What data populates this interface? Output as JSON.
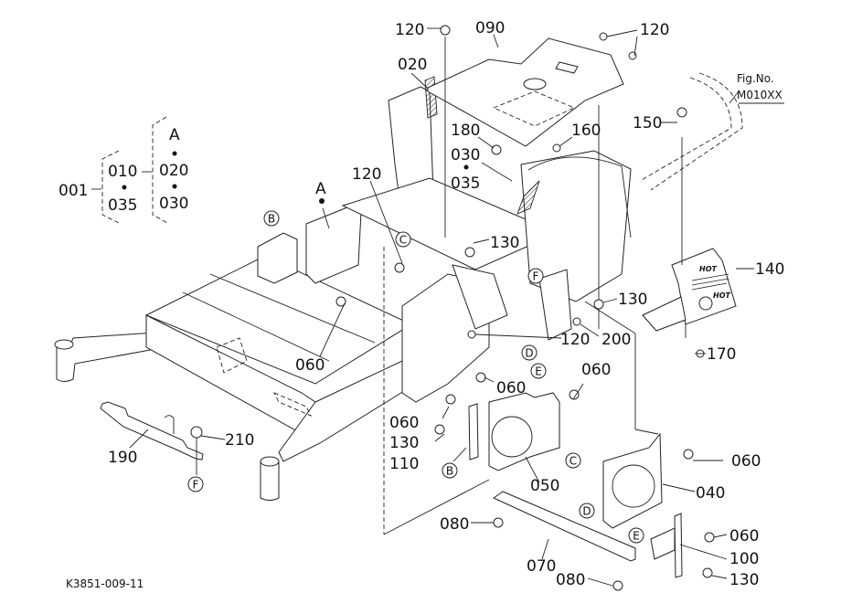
{
  "diagram": {
    "figure_code": "K3851-009-11",
    "fig_reference": {
      "line1": "Fig.No.",
      "line2": "M010XX"
    },
    "assembly_tree": {
      "root": "001",
      "level1": [
        "010",
        "035"
      ],
      "level2_header": "A",
      "level2": [
        "020",
        "030"
      ]
    },
    "callouts": [
      {
        "id": "c120a",
        "text": "120"
      },
      {
        "id": "c090",
        "text": "090"
      },
      {
        "id": "c120b",
        "text": "120"
      },
      {
        "id": "c020",
        "text": "020"
      },
      {
        "id": "c180",
        "text": "180"
      },
      {
        "id": "c160",
        "text": "160"
      },
      {
        "id": "c150",
        "text": "150"
      },
      {
        "id": "c030",
        "text": "030"
      },
      {
        "id": "c035",
        "text": "035"
      },
      {
        "id": "c120c",
        "text": "120"
      },
      {
        "id": "cA",
        "text": "A"
      },
      {
        "id": "c130a",
        "text": "130"
      },
      {
        "id": "c140",
        "text": "140"
      },
      {
        "id": "c130b",
        "text": "130"
      },
      {
        "id": "c120d",
        "text": "120"
      },
      {
        "id": "c200",
        "text": "200"
      },
      {
        "id": "c060a",
        "text": "060"
      },
      {
        "id": "c170",
        "text": "170"
      },
      {
        "id": "c060b",
        "text": "060"
      },
      {
        "id": "c060c",
        "text": "060"
      },
      {
        "id": "c060d",
        "text": "060"
      },
      {
        "id": "c130c",
        "text": "130"
      },
      {
        "id": "c110",
        "text": "110"
      },
      {
        "id": "c210",
        "text": "210"
      },
      {
        "id": "c190",
        "text": "190"
      },
      {
        "id": "c050",
        "text": "050"
      },
      {
        "id": "c060e",
        "text": "060"
      },
      {
        "id": "c040",
        "text": "040"
      },
      {
        "id": "c080a",
        "text": "080"
      },
      {
        "id": "c060f",
        "text": "060"
      },
      {
        "id": "c100",
        "text": "100"
      },
      {
        "id": "c070",
        "text": "070"
      },
      {
        "id": "c080b",
        "text": "080"
      },
      {
        "id": "c130d",
        "text": "130"
      }
    ],
    "reference_markers": [
      "B",
      "C",
      "F",
      "D",
      "E",
      "F",
      "B",
      "C",
      "D",
      "E"
    ],
    "decal_text": "HOT"
  }
}
